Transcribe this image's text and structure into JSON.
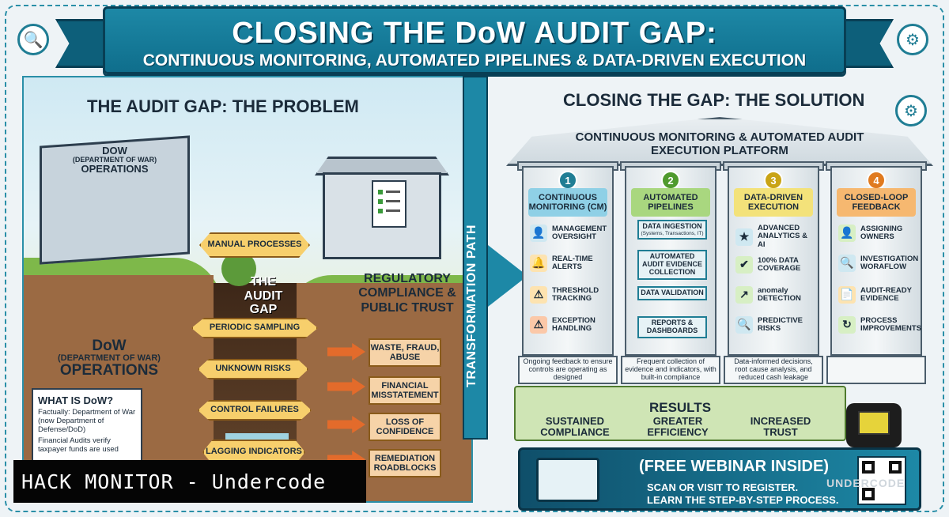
{
  "banner": {
    "title": "CLOSING THE DoW AUDIT GAP:",
    "subtitle": "CONTINUOUS MONITORING, AUTOMATED PIPELINES & DATA-DRIVEN EXECUTION"
  },
  "problem": {
    "title": "THE AUDIT GAP: THE PROBLEM",
    "building_label": {
      "line1": "DOW",
      "line2": "(DEPARTMENT OF WAR)",
      "line3": "OPERATIONS"
    },
    "dow_label": {
      "line1": "DoW",
      "line2": "(DEPARTMENT OF WAR)",
      "line3": "OPERATIONS"
    },
    "regulatory_label": "REGULATORY COMPLIANCE & PUBLIC TRUST",
    "gap_label": "THE AUDIT GAP",
    "gap_items": [
      "MANUAL PROCESSES",
      "PERIODIC SAMPLING",
      "UNKNOWN RISKS",
      "CONTROL FAILURES",
      "LAGGING INDICATORS"
    ],
    "risks": [
      "WASTE, FRAUD, ABUSE",
      "FINANCIAL MISSTATEMENT",
      "LOSS OF CONFIDENCE",
      "REMEDIATION ROADBLOCKS"
    ],
    "what_is": {
      "title": "WHAT IS DoW?",
      "text1": "Factually: Department of War (now Department of Defense/DoD)",
      "text2": "Financial Audits verify taxpayer funds are used"
    }
  },
  "transformation": "TRANSFORMATION PATH",
  "solution": {
    "title": "CLOSING THE GAP: THE SOLUTION",
    "platform": "CONTINUOUS MONITORING & AUTOMATED AUDIT EXECUTION PLATFORM",
    "pillars": [
      {
        "num": "1",
        "title": "CONTINUOUS MONITORING (CM)",
        "color": "#8fd0e6",
        "num_color": "#1f7d94",
        "items": [
          "MANAGEMENT OVERSIGHT",
          "REAL-TIME ALERTS",
          "THRESHOLD TRACKING",
          "EXCEPTION HANDLING"
        ],
        "footer": "Ongoing feedback to ensure controls are operating as designed"
      },
      {
        "num": "2",
        "title": "AUTOMATED PIPELINES",
        "color": "#a9d77f",
        "num_color": "#4f9a2e",
        "steps": [
          {
            "label": "DATA INGESTION",
            "small": "(Systems, Transactions, IT)"
          },
          {
            "label": "AUTOMATED AUDIT EVIDENCE COLLECTION",
            "small": ""
          },
          {
            "label": "DATA VALIDATION",
            "small": ""
          },
          {
            "label": "REPORTS & DASHBOARDS",
            "small": ""
          }
        ],
        "footer": "Frequent collection of evidence and indicators, with built-in compliance"
      },
      {
        "num": "3",
        "title": "DATA-DRIVEN EXECUTION",
        "color": "#f3e27a",
        "num_color": "#c9a416",
        "items": [
          "ADVANCED ANALYTICS & AI",
          "100% DATA COVERAGE",
          "anomaly DETECTION",
          "PREDICTIVE RISKS"
        ],
        "footer": "Data-informed decisions, root cause analysis, and reduced cash leakage"
      },
      {
        "num": "4",
        "title": "CLOSED-LOOP FEEDBACK",
        "color": "#f6b870",
        "num_color": "#e07a1f",
        "items": [
          "ASSIGNING OWNERS",
          "INVESTIGATION WORAFLOW",
          "AUDIT-READY EVIDENCE",
          "PROCESS IMPROVEMENTS"
        ],
        "footer": ""
      }
    ],
    "results": {
      "title": "RESULTS",
      "items": [
        "SUSTAINED COMPLIANCE",
        "GREATER EFFICIENCY",
        "INCREASED TRUST"
      ]
    },
    "webinar": {
      "title": "(FREE WEBINAR INSIDE)",
      "line1": "SCAN OR VISIT TO REGISTER.",
      "line2": "LEARN THE STEP-BY-STEP PROCESS."
    }
  },
  "watermark": "UNDERCODE",
  "overlay": "HACK MONITOR - Undercode"
}
